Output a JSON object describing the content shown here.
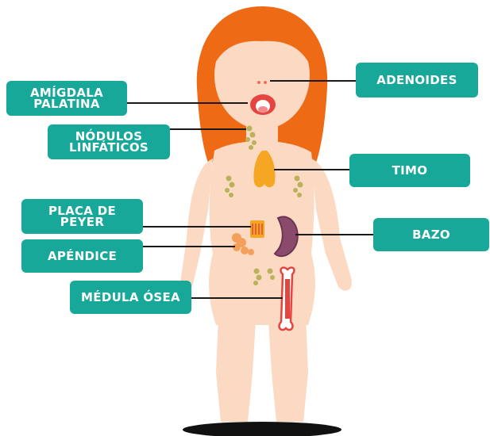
{
  "colors": {
    "label_bg": "#17a89a",
    "label_text": "#ffffff",
    "skin": "#fcd9c2",
    "hair": "#ef6a15",
    "leader_line": "#1a1a1a",
    "thymus": "#f5a623",
    "spleen": "#8a4a6b",
    "bone": "#e5453f",
    "lymph_node": "#b8b35a"
  },
  "labels": {
    "adenoides": "ADENOIDES",
    "amigdala_line1": "AMÍGDALA",
    "amigdala_line2": "PALATINA",
    "nodulos_line1": "NÓDULOS",
    "nodulos_line2": "LINFÁTICOS",
    "timo": "TIMO",
    "placa_line1": "PLACA DE",
    "placa_line2": "PEYER",
    "bazo": "BAZO",
    "apendice": "APÉNDICE",
    "medula": "MÉDULA ÓSEA"
  }
}
